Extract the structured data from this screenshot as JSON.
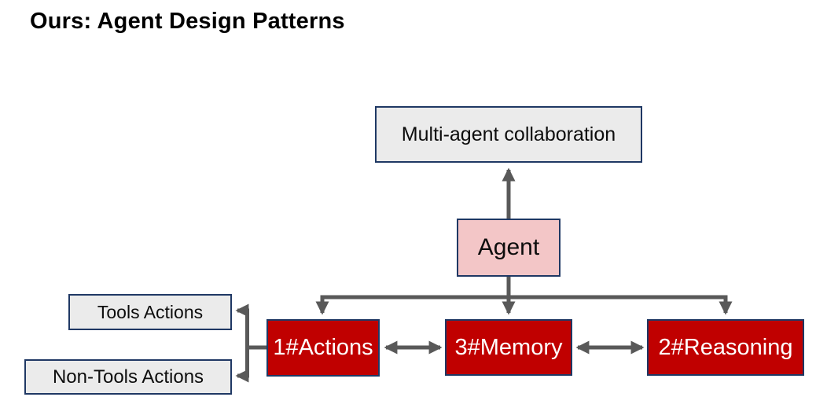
{
  "title": "Ours: Agent Design Patterns",
  "colors": {
    "background": "#ffffff",
    "title_color": "#000000",
    "box_border": "#1f3864",
    "gray_fill": "#ebebeb",
    "pink_fill": "#f3c6c7",
    "red_fill": "#c00000",
    "red_box_text": "#ffffff",
    "connector": "#595959"
  },
  "diagram": {
    "nodes": {
      "multi_agent": {
        "label": "Multi-agent collaboration",
        "style": "gray"
      },
      "agent": {
        "label": "Agent",
        "style": "pink"
      },
      "actions": {
        "label": "1#Actions",
        "style": "red"
      },
      "memory": {
        "label": "3#Memory",
        "style": "red"
      },
      "reasoning": {
        "label": "2#Reasoning",
        "style": "red"
      },
      "tools_actions": {
        "label": "Tools Actions",
        "style": "gray"
      },
      "non_tools_actions": {
        "label": "Non-Tools Actions",
        "style": "gray"
      }
    },
    "edges": [
      {
        "from": "agent",
        "to": "multi_agent",
        "type": "arrow"
      },
      {
        "from": "agent",
        "to": "actions",
        "type": "arrow"
      },
      {
        "from": "agent",
        "to": "memory",
        "type": "arrow"
      },
      {
        "from": "agent",
        "to": "reasoning",
        "type": "arrow"
      },
      {
        "from": "actions",
        "to": "memory",
        "type": "bidirectional-arrow"
      },
      {
        "from": "memory",
        "to": "reasoning",
        "type": "bidirectional-arrow"
      },
      {
        "from": "actions",
        "to": "tools_actions",
        "type": "arrow"
      },
      {
        "from": "actions",
        "to": "non_tools_actions",
        "type": "arrow"
      }
    ]
  }
}
